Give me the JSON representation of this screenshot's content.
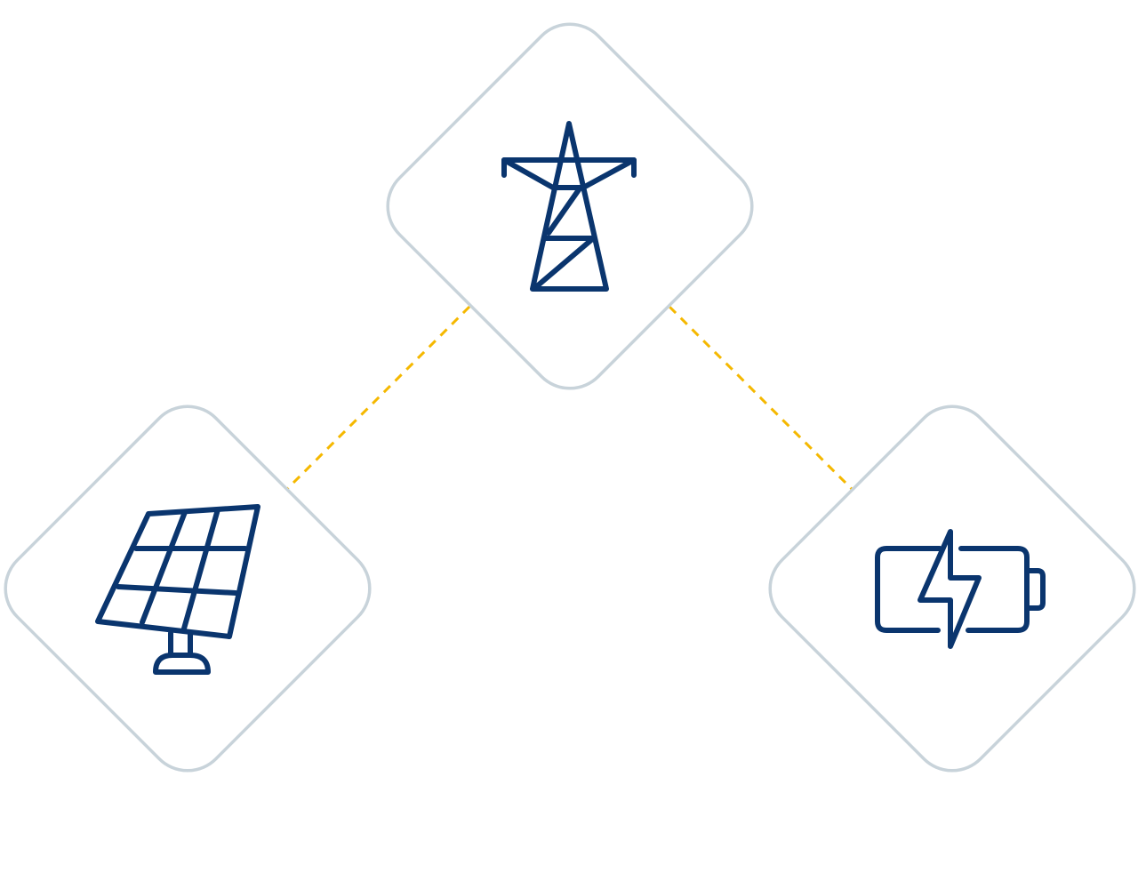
{
  "diagram": {
    "nodes": [
      {
        "id": "grid",
        "icon": "transmission-tower-icon"
      },
      {
        "id": "solar",
        "icon": "solar-panel-icon"
      },
      {
        "id": "battery",
        "icon": "battery-charging-icon"
      }
    ],
    "edges": [
      {
        "from": "grid",
        "to": "solar",
        "style": "dashed"
      },
      {
        "from": "grid",
        "to": "battery",
        "style": "dashed"
      }
    ],
    "colors": {
      "frame": "#c8d3da",
      "icon": "#0a356e",
      "connector": "#f5b800"
    }
  }
}
